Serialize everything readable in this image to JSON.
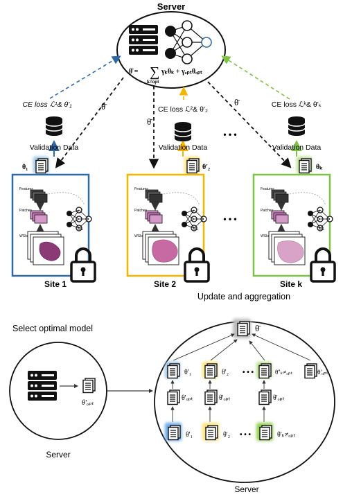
{
  "top": {
    "server_title": "Server",
    "formula_lhs": "θ̄ =",
    "formula_sum_sub": "k≠opt",
    "formula_rhs": "γₖθₖ + γₒₚₜθₒₚₜ",
    "theta_bar": "θ̄",
    "ellipsis": "• • •",
    "site1": {
      "ce_loss": "CE loss ℒ¹& θ'₁",
      "validation": "Validation Data",
      "theta": "θ₁",
      "name": "Site 1",
      "color": "#2f6aa8"
    },
    "site2": {
      "ce_loss": "CE loss ℒ²& θ'₂",
      "validation": "Validation Data",
      "theta": "θ'₂",
      "name": "Site 2",
      "color": "#f4b400"
    },
    "sitek": {
      "ce_loss": "CE loss ℒᵏ& θ'ₖ",
      "validation": "Validation Data",
      "theta": "θₖ",
      "name": "Site k",
      "color": "#7dc242"
    },
    "site_labels": {
      "features": "Features",
      "patches": "Patches",
      "wsis": "WSIs",
      "mil": "MIL"
    }
  },
  "update_caption": "Update and aggregation",
  "select_caption": "Select optimal model",
  "bottom_left": {
    "theta_opt": "θ'ₒₚₜ",
    "server_label": "Server"
  },
  "bottom_right": {
    "theta_bar": "θ̄",
    "row1": [
      "θ'₁",
      "θ'₂",
      "θ''ₖ≠ₒₚₜ",
      "θ'ₒₚₜ"
    ],
    "row2": [
      "θ'ₒₚₜ",
      "θ'ₒₚₜ",
      "θ'ₒₚₜ"
    ],
    "row3": [
      "θ'₁",
      "θ'₂",
      "θ'ₖ≠ₒₚₜ"
    ],
    "ellipsis": "• • •",
    "server_label": "Server"
  }
}
